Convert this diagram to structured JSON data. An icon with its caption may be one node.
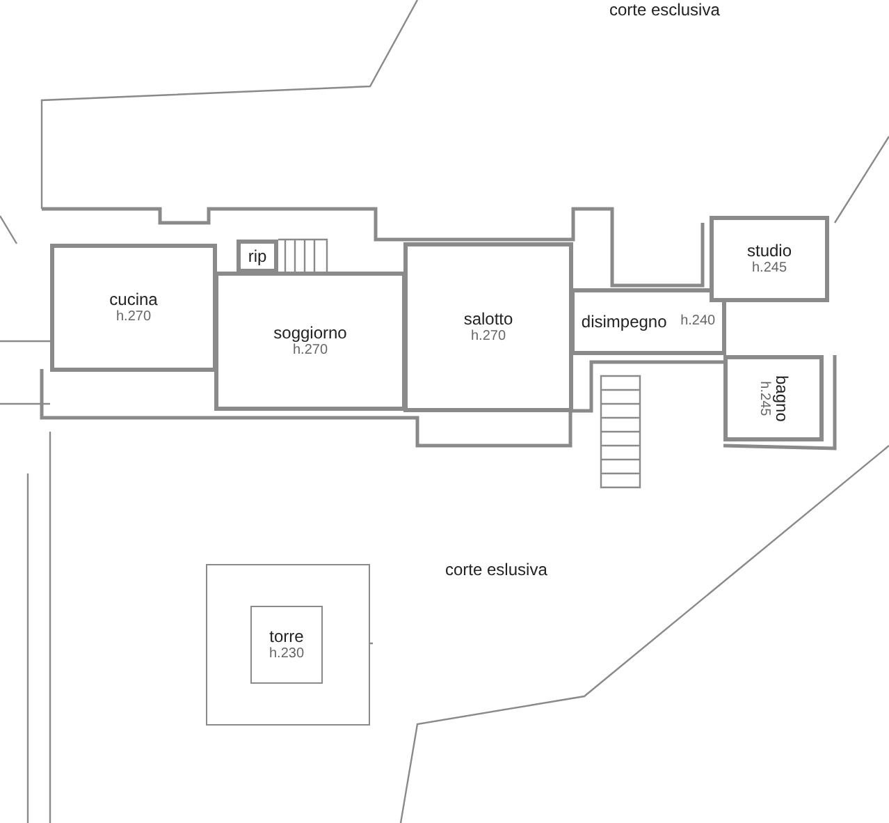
{
  "diagram": {
    "nodes": [
      {
        "text": [
          "rip"
        ]
      },
      {
        "text": [
          "cucina",
          "h.270"
        ]
      },
      {
        "text": [
          "soggiorno",
          "h.270"
        ]
      },
      {
        "text": [
          "salotto",
          "h.270"
        ]
      },
      {
        "text": [
          "disimpegno",
          "h.240"
        ]
      },
      {
        "text": [
          "studio",
          "h.245"
        ]
      },
      {
        "text": [
          "bagno",
          "h.245"
        ]
      },
      {
        "text": [],
        "shape": "box"
      },
      {
        "text": [
          "torre",
          "h.230"
        ],
        "in": 7
      }
    ],
    "labels": [
      "corte esclusiva",
      "corte eslusiva"
    ]
  }
}
